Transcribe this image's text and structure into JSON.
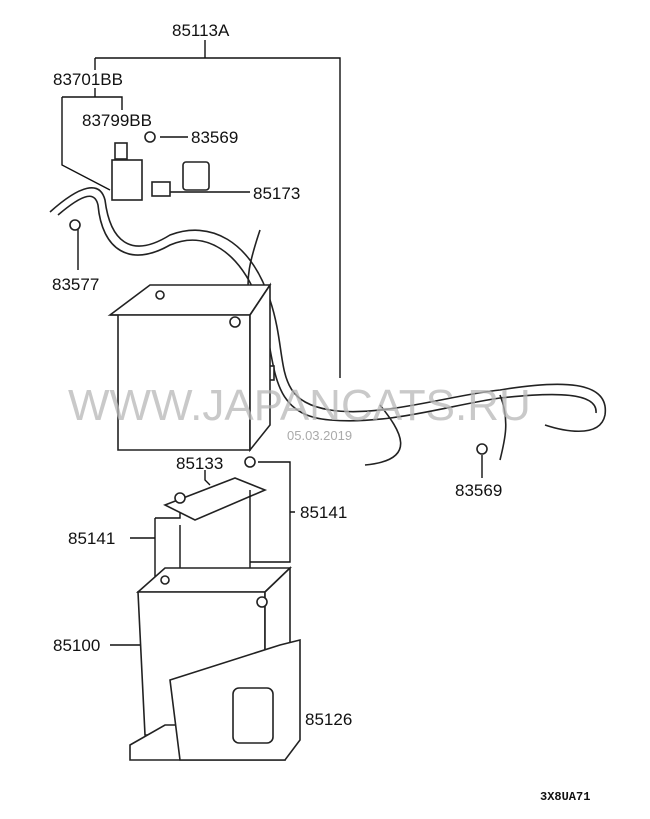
{
  "diagram": {
    "labels": {
      "harness": "85113A",
      "fusible_link": "83701BB",
      "fuse": "83799BB",
      "nut_top": "83569",
      "connector": "85173",
      "bolt": "83577",
      "battery_holder_bar": "85133",
      "rod_left": "85141",
      "rod_right": "85141",
      "battery": "85100",
      "battery_tray": "85126",
      "nut_bottom": "83569"
    },
    "watermark": "WWW.JAPANCATS.RU",
    "date": "05.03.2019",
    "figure_code": "3X8UA71"
  }
}
